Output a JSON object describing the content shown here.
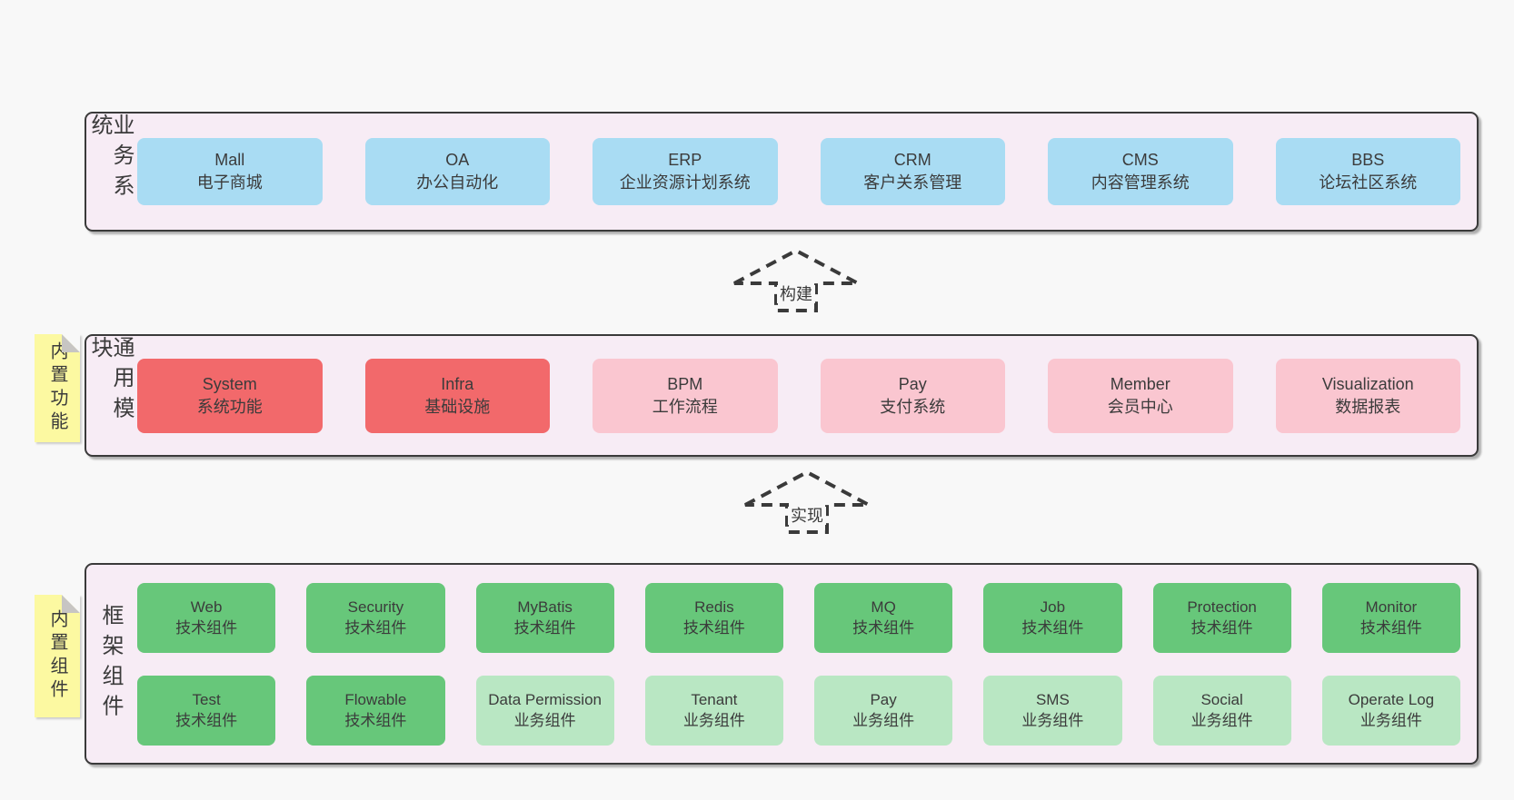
{
  "colors": {
    "page_bg": "#f8f8f8",
    "band_bg": "#f7ecf5",
    "band_border": "#3a3a3a",
    "text": "#3b3b3b",
    "blue": "#a9dcf3",
    "red": "#f2696b",
    "pink": "#fac6d0",
    "green": "#67c77a",
    "lightgreen": "#b9e7c3",
    "sticky_bg": "#fcf9a1",
    "sticky_fold": "#c7c5c3"
  },
  "diagram": {
    "arrows": [
      {
        "label": "构建"
      },
      {
        "label": "实现"
      }
    ],
    "bands": [
      {
        "label": "业务系统",
        "sticky": "",
        "rows": [
          [
            {
              "name": "Mall",
              "desc": "电子商城",
              "type": "blue"
            },
            {
              "name": "OA",
              "desc": "办公自动化",
              "type": "blue"
            },
            {
              "name": "ERP",
              "desc": "企业资源计划系统",
              "type": "blue"
            },
            {
              "name": "CRM",
              "desc": "客户关系管理",
              "type": "blue"
            },
            {
              "name": "CMS",
              "desc": "内容管理系统",
              "type": "blue"
            },
            {
              "name": "BBS",
              "desc": "论坛社区系统",
              "type": "blue"
            }
          ]
        ]
      },
      {
        "label": "通用模块",
        "sticky": "内置功能",
        "rows": [
          [
            {
              "name": "System",
              "desc": "系统功能",
              "type": "red"
            },
            {
              "name": "Infra",
              "desc": "基础设施",
              "type": "red"
            },
            {
              "name": "BPM",
              "desc": "工作流程",
              "type": "pink"
            },
            {
              "name": "Pay",
              "desc": "支付系统",
              "type": "pink"
            },
            {
              "name": "Member",
              "desc": "会员中心",
              "type": "pink"
            },
            {
              "name": "Visualization",
              "desc": "数据报表",
              "type": "pink"
            }
          ]
        ]
      },
      {
        "label": "框架组件",
        "sticky": "内置组件",
        "rows": [
          [
            {
              "name": "Web",
              "desc": "技术组件",
              "type": "green"
            },
            {
              "name": "Security",
              "desc": "技术组件",
              "type": "green"
            },
            {
              "name": "MyBatis",
              "desc": "技术组件",
              "type": "green"
            },
            {
              "name": "Redis",
              "desc": "技术组件",
              "type": "green"
            },
            {
              "name": "MQ",
              "desc": "技术组件",
              "type": "green"
            },
            {
              "name": "Job",
              "desc": "技术组件",
              "type": "green"
            },
            {
              "name": "Protection",
              "desc": "技术组件",
              "type": "green"
            },
            {
              "name": "Monitor",
              "desc": "技术组件",
              "type": "green"
            }
          ],
          [
            {
              "name": "Test",
              "desc": "技术组件",
              "type": "green"
            },
            {
              "name": "Flowable",
              "desc": "技术组件",
              "type": "green"
            },
            {
              "name": "Data Permission",
              "desc": "业务组件",
              "type": "lightgreen"
            },
            {
              "name": "Tenant",
              "desc": "业务组件",
              "type": "lightgreen"
            },
            {
              "name": "Pay",
              "desc": "业务组件",
              "type": "lightgreen"
            },
            {
              "name": "SMS",
              "desc": "业务组件",
              "type": "lightgreen"
            },
            {
              "name": "Social",
              "desc": "业务组件",
              "type": "lightgreen"
            },
            {
              "name": "Operate Log",
              "desc": "业务组件",
              "type": "lightgreen"
            }
          ]
        ]
      }
    ]
  }
}
